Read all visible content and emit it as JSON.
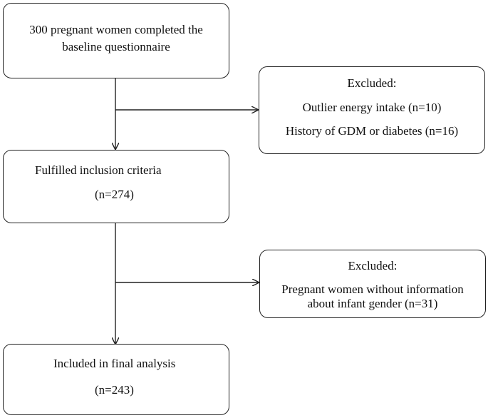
{
  "boxes": {
    "baseline": {
      "line1": "300 pregnant women completed the",
      "line2": "baseline questionnaire"
    },
    "excluded_1": {
      "title": "Excluded:",
      "line1": "Outlier energy intake (n=10)",
      "line2": "History of GDM or diabetes (n=16)"
    },
    "inclusion": {
      "title": "Fulfilled inclusion criteria",
      "count": "(n=274)"
    },
    "excluded_2": {
      "title": "Excluded:",
      "line1": "Pregnant women without information",
      "line2": "about infant gender (n=31)"
    },
    "final": {
      "title": "Included in final analysis",
      "count": "(n=243)"
    }
  }
}
